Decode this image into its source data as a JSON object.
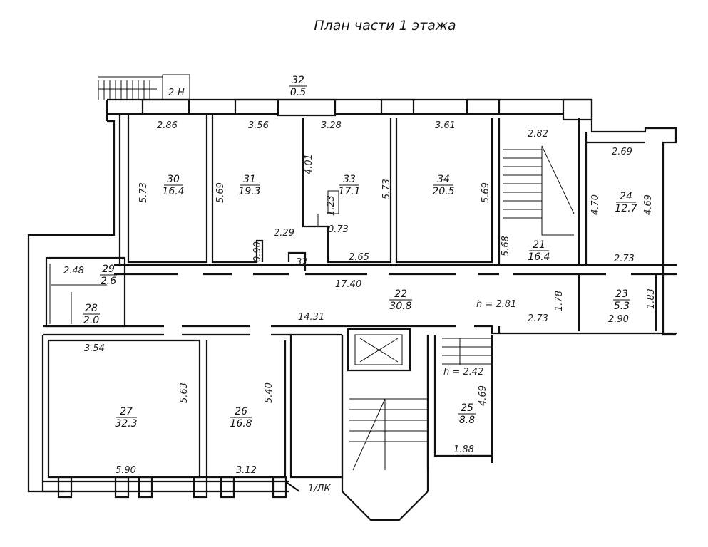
{
  "title": "План части 1 этажа",
  "rooms": [
    {
      "number": "30",
      "area": "16.4"
    },
    {
      "number": "31",
      "area": "19.3"
    },
    {
      "number": "33",
      "area": "17.1"
    },
    {
      "number": "34",
      "area": "20.5"
    },
    {
      "number": "21",
      "area": "16.4"
    },
    {
      "number": "24",
      "area": "12.7"
    },
    {
      "number": "29",
      "area": "2.6"
    },
    {
      "number": "28",
      "area": "2.0"
    },
    {
      "number": "22",
      "area": "30.8"
    },
    {
      "number": "23",
      "area": "5.3"
    },
    {
      "number": "27",
      "area": "32.3"
    },
    {
      "number": "26",
      "area": "16.8"
    },
    {
      "number": "25",
      "area": "8.8"
    },
    {
      "number": "32",
      "area": "0.5"
    }
  ],
  "dimensions": [
    "2.86",
    "3.56",
    "3.28",
    "3.61",
    "2.82",
    "2.69",
    "5.73",
    "5.69",
    "4.01",
    "5.73",
    "5.69",
    "1.23",
    "0.73",
    "2.29",
    "0.90",
    "2.65",
    "5.68",
    "4.70",
    "4.69",
    "2.73",
    "2.48",
    "17.40",
    "14.31",
    "1.78",
    "2.73",
    "2.90",
    "1.83",
    "3.54",
    "5.63",
    "5.40",
    "4.69",
    "5.90",
    "3.12",
    "1.88"
  ],
  "heights": [
    "h = 2.81",
    "h = 2.42"
  ],
  "markers": {
    "entrance_top": "2-Н",
    "entrance_bottom": "1/ЛК",
    "niche": "32"
  }
}
